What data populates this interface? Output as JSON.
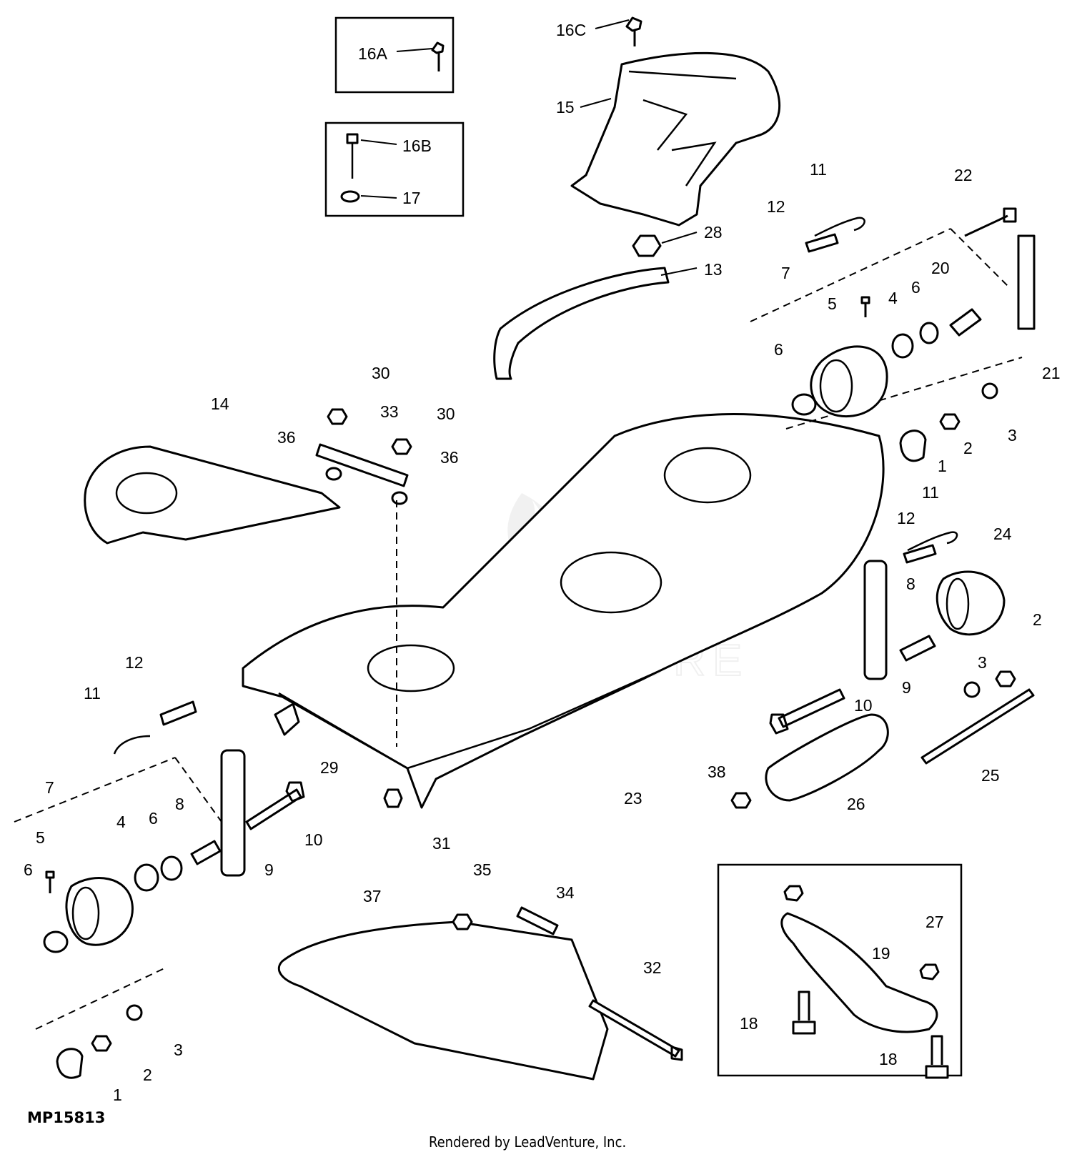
{
  "figure_id": "MP15813",
  "footer": "Rendered by LeadVenture, Inc.",
  "watermark": "LEADVENTURE",
  "labels": {
    "l16A": "16A",
    "l16B": "16B",
    "l17": "17",
    "l16C": "16C",
    "l15": "15",
    "l28": "28",
    "l13": "13",
    "l11a": "11",
    "l12a": "12",
    "l22": "22",
    "l7a": "7",
    "l5a": "5",
    "l4a": "4",
    "l6a": "6",
    "l20": "20",
    "l21": "21",
    "l6b": "6",
    "l1a": "1",
    "l2a": "2",
    "l3a": "3",
    "l14": "14",
    "l30a": "30",
    "l33": "33",
    "l30b": "30",
    "l36a": "36",
    "l36b": "36",
    "l11b": "11",
    "l12b": "12",
    "l24": "24",
    "l8a": "8",
    "l2b": "2",
    "l3b": "3",
    "l9a": "9",
    "l10a": "10",
    "l25": "25",
    "l12c": "12",
    "l11c": "11",
    "l29": "29",
    "l23": "23",
    "l38": "38",
    "l26": "26",
    "l7b": "7",
    "l5b": "5",
    "l4b": "4",
    "l6c": "6",
    "l8b": "8",
    "l10b": "10",
    "l9b": "9",
    "l31": "31",
    "l6d": "6",
    "l1b": "1",
    "l2c": "2",
    "l3c": "3",
    "l35": "35",
    "l37": "37",
    "l34": "34",
    "l32": "32",
    "l27": "27",
    "l19": "19",
    "l18a": "18",
    "l18b": "18"
  }
}
